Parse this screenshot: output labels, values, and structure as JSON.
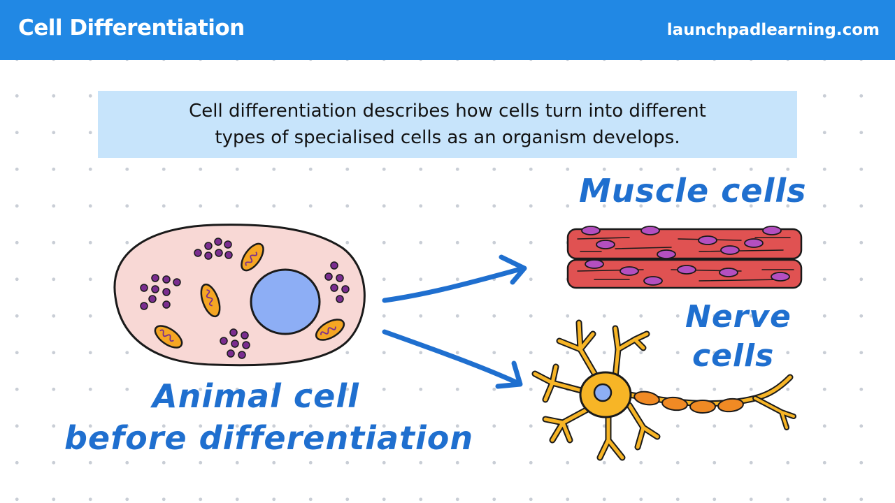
{
  "header": {
    "title": "Cell Differentiation",
    "site": "launchpadlearning.com"
  },
  "description": {
    "line1": "Cell differentiation describes how cells turn into different",
    "line2": "types of specialised cells as an organism develops."
  },
  "labels": {
    "muscle": "Muscle cells",
    "nerve_line1": "Nerve",
    "nerve_line2": "cells",
    "animal_line1": "Animal cell",
    "animal_line2": "before differentiation"
  },
  "colors": {
    "header_bg": "#2188e4",
    "desc_bg": "#c7e4fb",
    "label_blue": "#1f6fcf",
    "cell_fill": "#f8d8d5",
    "nucleus": "#8daef5",
    "granule": "#7a2d8f",
    "mitochondria": "#f5a623",
    "muscle_fill": "#e05252",
    "muscle_nuclei": "#b44fc0",
    "neuron_body": "#f7b526",
    "myelin": "#f08a24"
  }
}
